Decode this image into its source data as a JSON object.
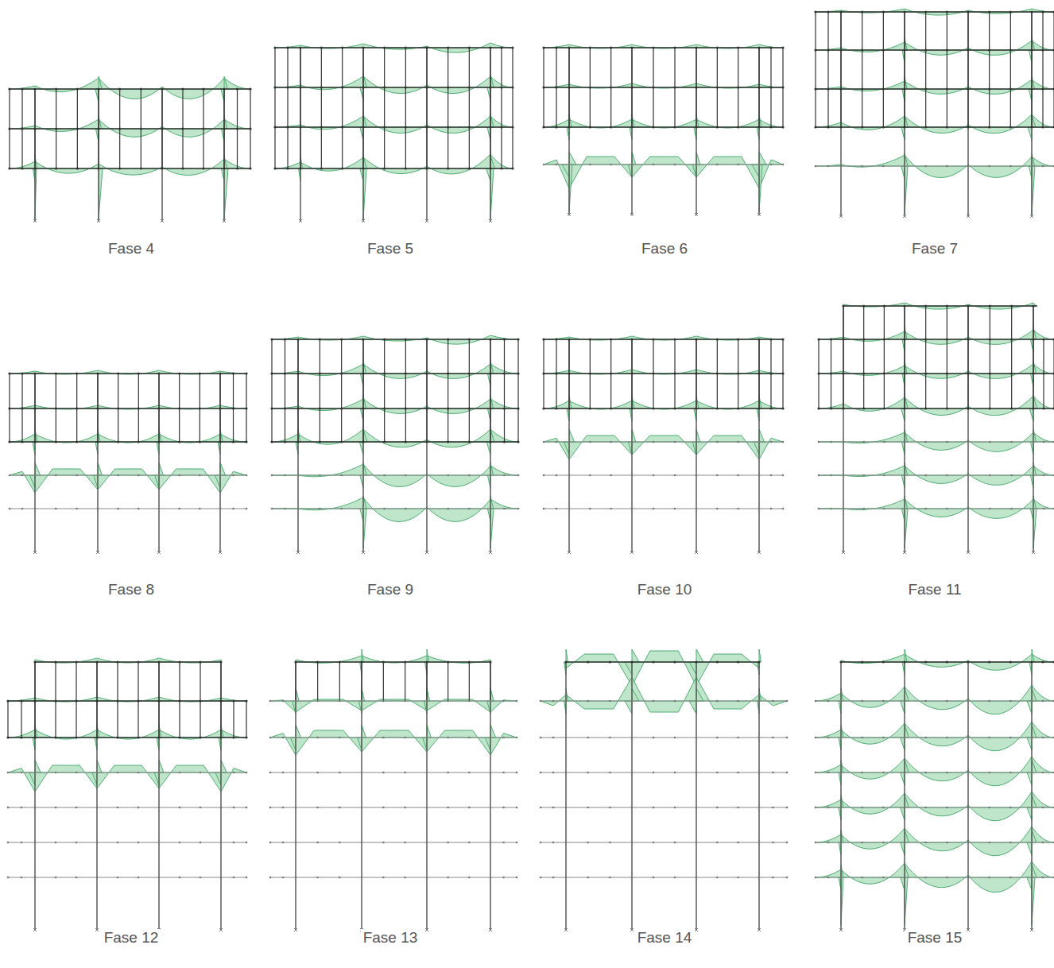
{
  "diagram": {
    "labels": [
      "Fase 4",
      "Fase 5",
      "Fase 6",
      "Fase 7",
      "Fase 8",
      "Fase 9",
      "Fase 10",
      "Fase 11",
      "Fase 12",
      "Fase 13",
      "Fase 14",
      "Fase 15"
    ]
  }
}
